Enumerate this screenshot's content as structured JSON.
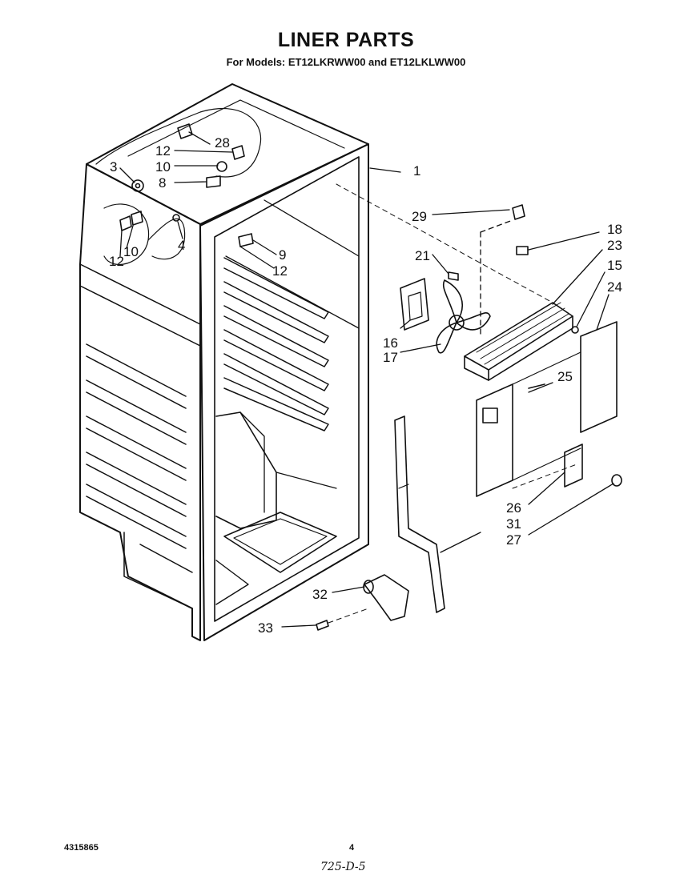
{
  "header": {
    "title": "LINER PARTS",
    "subtitle": "For Models: ET12LKRWW00 and ET12LKLWW00"
  },
  "callouts": {
    "c1": "1",
    "c3": "3",
    "c4": "4",
    "c8": "8",
    "c9": "9",
    "c10a": "10",
    "c10b": "10",
    "c12a": "12",
    "c12b": "12",
    "c12c": "12",
    "c15": "15",
    "c16": "16",
    "c17": "17",
    "c18": "18",
    "c21": "21",
    "c23": "23",
    "c24": "24",
    "c25": "25",
    "c26": "26",
    "c27": "27",
    "c28": "28",
    "c29": "29",
    "c31": "31",
    "c32": "32",
    "c33": "33"
  },
  "footer": {
    "doc_number": "4315865",
    "page_number": "4",
    "handwritten": "725-D-5"
  }
}
